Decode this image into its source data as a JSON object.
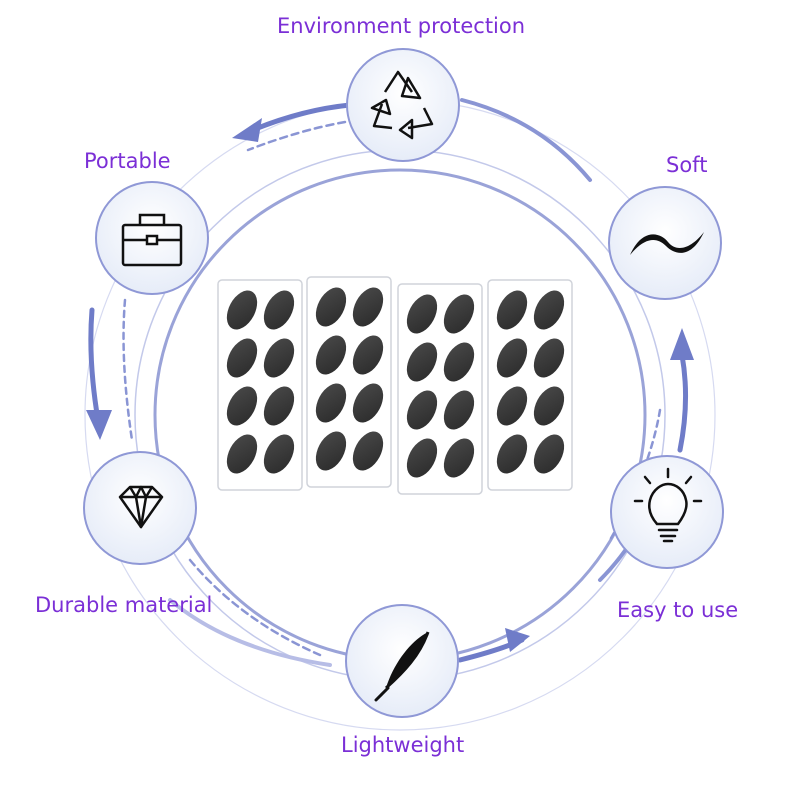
{
  "features": [
    {
      "key": "env",
      "label": "Environment protection",
      "icon": "recycle-icon"
    },
    {
      "key": "port",
      "label": "Portable",
      "icon": "briefcase-icon"
    },
    {
      "key": "soft",
      "label": "Soft",
      "icon": "tilde-wave-icon"
    },
    {
      "key": "dur",
      "label": "Durable material",
      "icon": "diamond-icon"
    },
    {
      "key": "easy",
      "label": "Easy to use",
      "icon": "lightbulb-icon"
    },
    {
      "key": "light",
      "label": "Lightweight",
      "icon": "feather-icon"
    }
  ],
  "product": {
    "sheets": 4,
    "pads_per_sheet": 8,
    "icon": "nose-pad-sheet"
  },
  "colors": {
    "label": "#7b2fd6",
    "ring": "#9aa3d8",
    "arrow": "#6f7cc8",
    "badge_fill": "#eef2fb",
    "pad": "#3a3a3a"
  }
}
